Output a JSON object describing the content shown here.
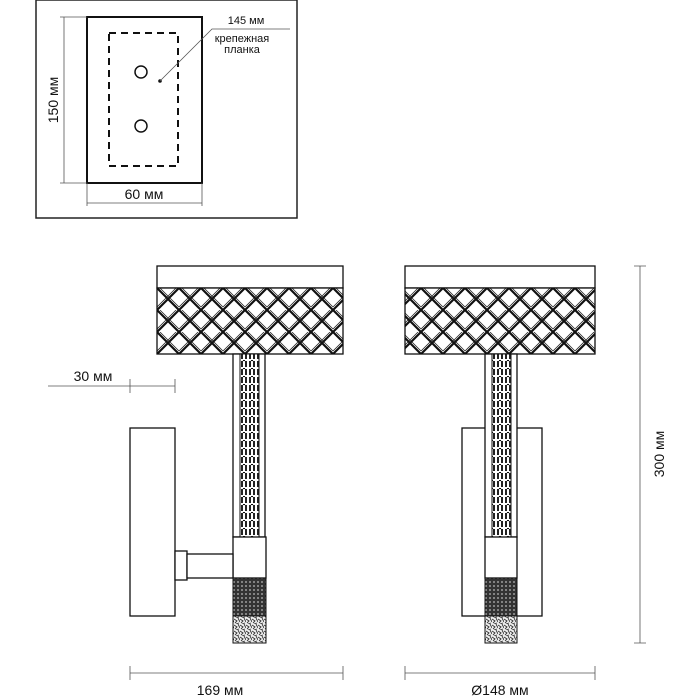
{
  "mounting_plate_view": {
    "width_label": "60 мм",
    "height_label": "150 мм",
    "plate_length_label": "145 мм",
    "plate_caption_line1": "крепежная",
    "plate_caption_line2": "планка"
  },
  "side_view": {
    "projection_label": "30 мм",
    "width_label": "169 мм"
  },
  "front_view": {
    "diameter_label": "Ø148 мм",
    "height_label": "300 мм"
  },
  "colors": {
    "line": "#111111",
    "dimension": "#555555",
    "background": "#ffffff"
  }
}
